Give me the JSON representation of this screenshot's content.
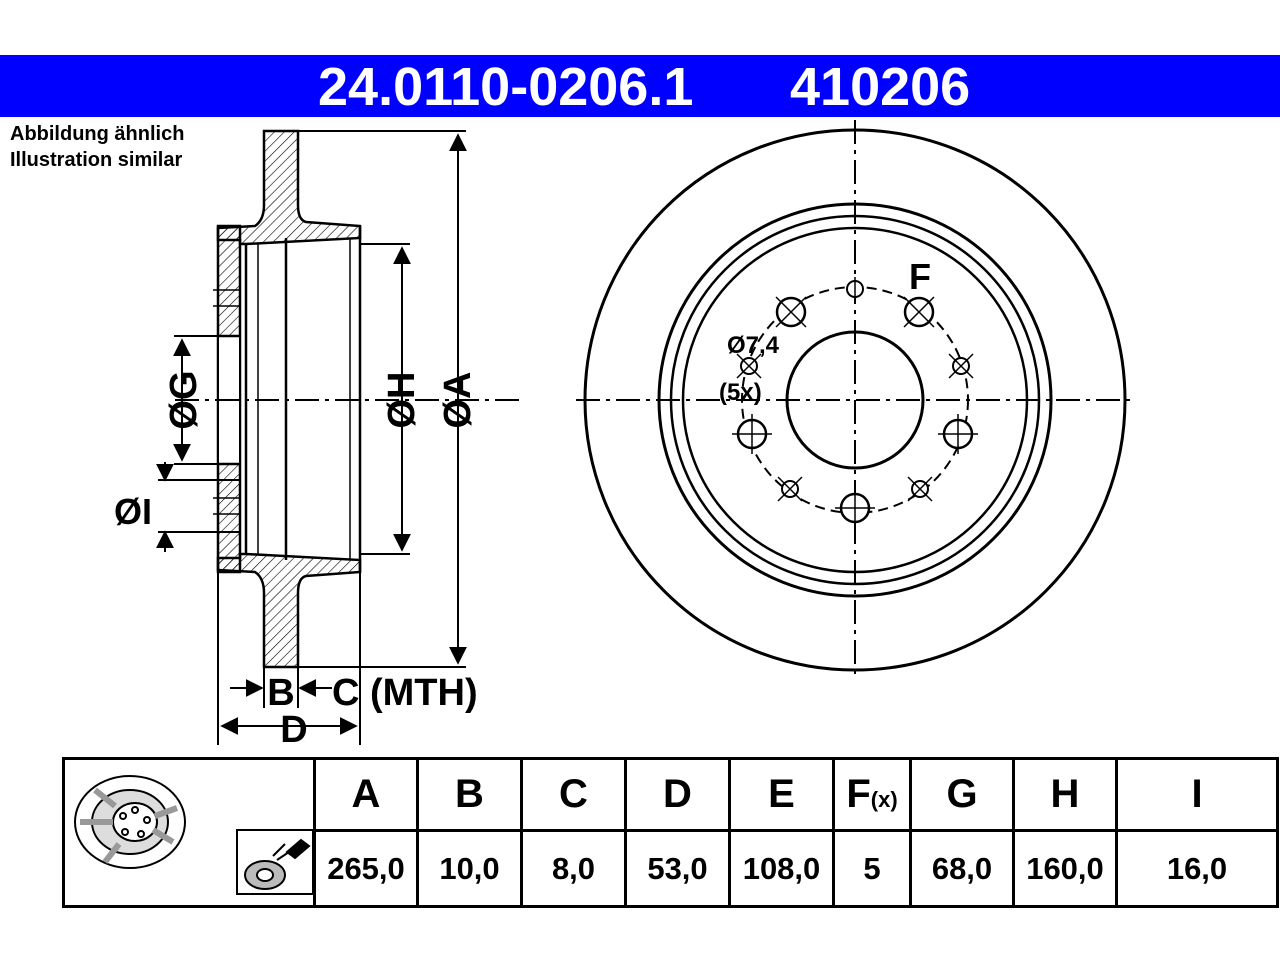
{
  "header": {
    "part_number": "24.0110-0206.1",
    "reference": "410206",
    "bar_color": "#0000ff"
  },
  "notes": {
    "de": "Abbildung ähnlich",
    "en": "Illustration similar"
  },
  "drawing_labels": {
    "G": "ØG",
    "I": "ØI",
    "H": "ØH",
    "A": "ØA",
    "B": "B",
    "C": "C (MTH)",
    "D": "D",
    "F": "F",
    "bolt_hole_dia": "Ø7,4",
    "bolt_hole_count": "(5x)"
  },
  "spec_table": {
    "headers": {
      "A": "A",
      "B": "B",
      "C": "C",
      "D": "D",
      "E": "E",
      "F": "F",
      "F_sub": "(x)",
      "G": "G",
      "H": "H",
      "I": "I"
    },
    "values": {
      "A": "265,0",
      "B": "10,0",
      "C": "8,0",
      "D": "53,0",
      "E": "108,0",
      "F": "5",
      "G": "68,0",
      "H": "160,0",
      "I": "16,0"
    },
    "icons": [
      "brake-disc-icon",
      "spray-icon"
    ]
  }
}
